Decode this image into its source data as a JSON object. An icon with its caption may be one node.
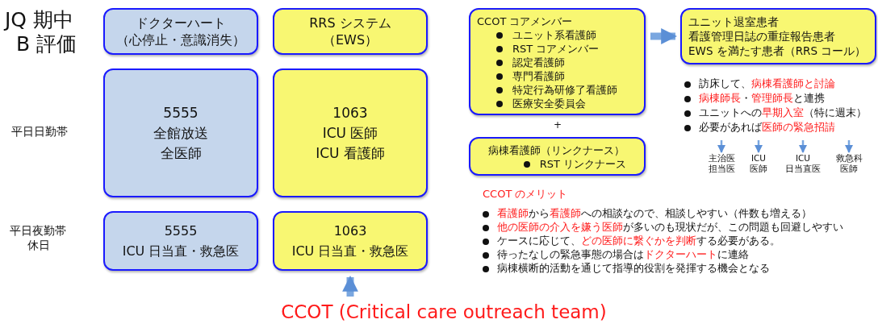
{
  "diagram": {
    "title": "CCOT (Critical care outreach team)",
    "nodes": [
      {
        "text": [
          "ドクターハート",
          "（心停止・意識消失）"
        ]
      },
      {
        "text": [
          "RRS システム",
          "（EWS）"
        ]
      },
      {
        "text": [
          "5555",
          "全館放送",
          "全医師"
        ]
      },
      {
        "text": [
          "1063",
          "ICU 医師",
          "ICU 看護師"
        ]
      },
      {
        "text": [
          "5555",
          "ICU 日当直・救急医"
        ]
      },
      {
        "text": [
          "1063",
          "ICU 日当直・救急医"
        ]
      },
      {
        "text": [
          "CCOT コアメンバー",
          "ユニット系看護師",
          "RST コアメンバー",
          "認定看護師",
          "専門看護師",
          "特定行為研修了看護師",
          "医療安全委員会"
        ]
      },
      {
        "text": [
          "病棟看護師（リンクナース）",
          "RST リンクナース"
        ]
      },
      {
        "text": [
          "ユニット退室患者",
          "看護管理日誌の重症報告患者",
          "EWS を満たす患者（RRS コール）"
        ]
      },
      {
        "text": [
          "主治医",
          "担当医"
        ]
      },
      {
        "text": [
          "ICU",
          "医師"
        ]
      },
      {
        "text": [
          "ICU",
          "日当直医"
        ]
      },
      {
        "text": [
          "救急科",
          "医師"
        ]
      }
    ],
    "edges": [
      {
        "from": 6,
        "to": 8,
        "arrow": "to",
        "style": "thick"
      },
      {
        "from": null,
        "to": 5,
        "arrow": "to",
        "style": "thick"
      },
      {
        "from": null,
        "to": 9,
        "arrow": "to"
      },
      {
        "from": null,
        "to": 10,
        "arrow": "to"
      },
      {
        "from": null,
        "to": 11,
        "arrow": "to"
      },
      {
        "from": null,
        "to": 12,
        "arrow": "to"
      }
    ],
    "labels": [
      "JQ 期中",
      "B 評価",
      "平日日勤帯",
      "平日夜勤帯",
      "休日",
      "+",
      "訪床して、**病棟看護師と討論**",
      "**病棟師長**・**管理師長**と連携",
      "ユニットへの**早期入室**（特に週末）",
      "必要があれば**医師の緊急招請**",
      "CCOT のメリット",
      "**看護師**から**看護師**への相談なので、相談しやすい（件数も増える）",
      "**他の医師の介入を嫌う医師**が多いのも現状だが、この問題も回避しやすい",
      "ケースに応じて、**どの医師に繋ぐかを判断**する必要がある。",
      "待ったなしの緊急事態の場合は**ドクターハート**に連絡",
      "病棟横断的活動を通じて指導的役割を発揮する機会となる"
    ]
  }
}
